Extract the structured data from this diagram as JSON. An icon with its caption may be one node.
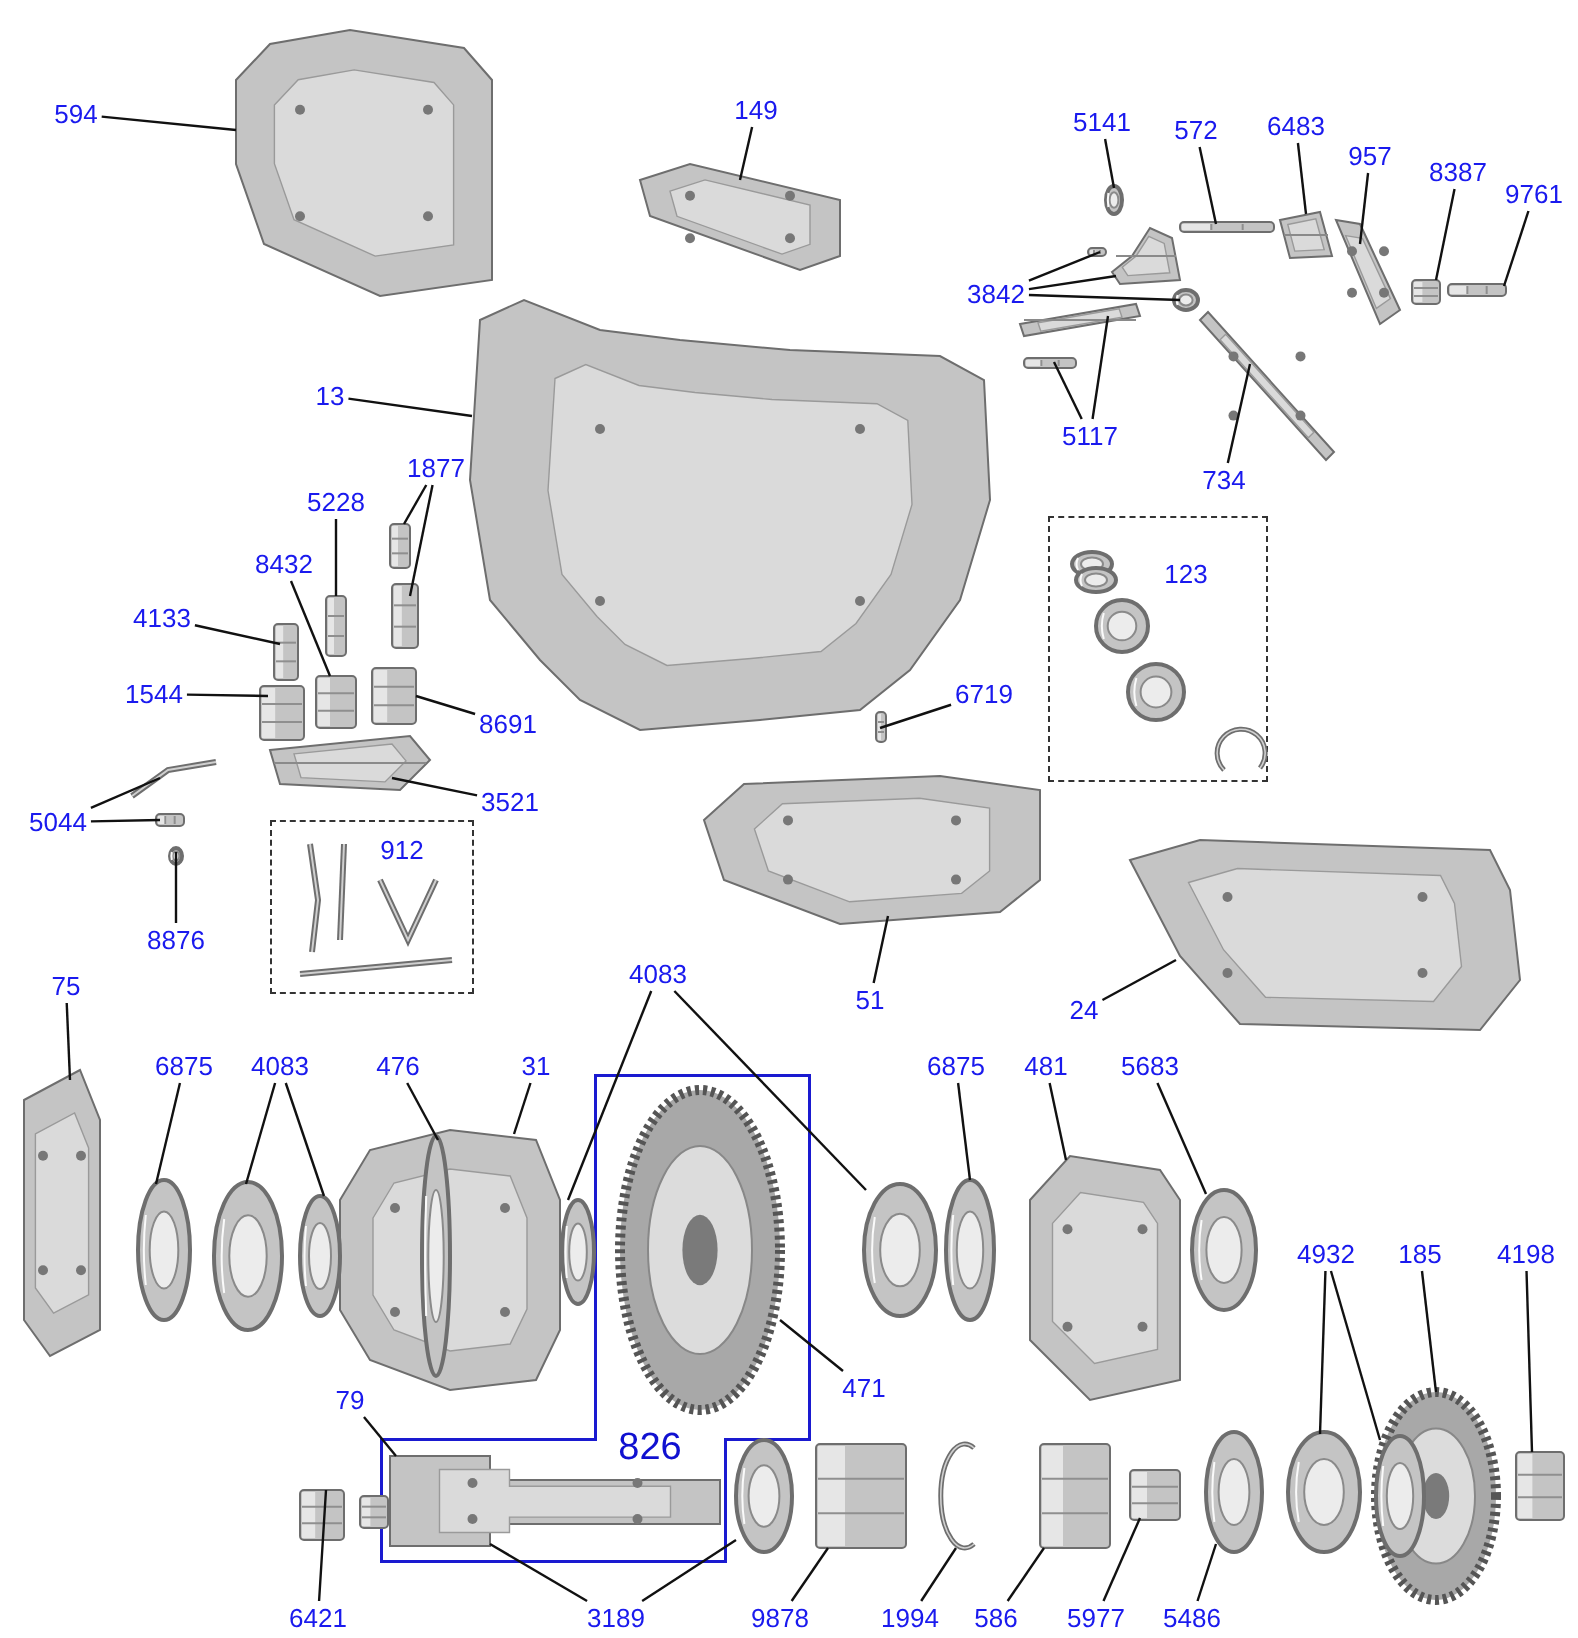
{
  "diagram": {
    "nodes": [
      {
        "text": [
          "594"
        ]
      },
      {
        "text": [
          "149"
        ]
      },
      {
        "text": [
          "5141"
        ]
      },
      {
        "text": [
          "572"
        ]
      },
      {
        "text": [
          "6483"
        ]
      },
      {
        "text": [
          "957"
        ]
      },
      {
        "text": [
          "8387"
        ]
      },
      {
        "text": [
          "9761"
        ]
      },
      {
        "text": [
          "3842"
        ]
      },
      {
        "text": [
          "13"
        ]
      },
      {
        "text": [
          "5117"
        ]
      },
      {
        "text": [
          "1877"
        ]
      },
      {
        "text": [
          "5228"
        ]
      },
      {
        "text": [
          "734"
        ]
      },
      {
        "text": [
          "8432"
        ]
      },
      {
        "text": [
          "123"
        ]
      },
      {
        "text": [
          "4133"
        ]
      },
      {
        "text": [
          "1544"
        ]
      },
      {
        "text": [
          "6719"
        ]
      },
      {
        "text": [
          "8691"
        ]
      },
      {
        "text": [
          "3521"
        ]
      },
      {
        "text": [
          "5044"
        ]
      },
      {
        "text": [
          "912"
        ]
      },
      {
        "text": [
          "8876"
        ]
      },
      {
        "text": [
          "4083"
        ]
      },
      {
        "text": [
          "75"
        ]
      },
      {
        "text": [
          "51"
        ]
      },
      {
        "text": [
          "24"
        ]
      },
      {
        "text": [
          "6875"
        ]
      },
      {
        "text": [
          "4083"
        ]
      },
      {
        "text": [
          "476"
        ]
      },
      {
        "text": [
          "31"
        ]
      },
      {
        "text": [
          "6875"
        ]
      },
      {
        "text": [
          "481"
        ]
      },
      {
        "text": [
          "5683"
        ]
      },
      {
        "text": [
          "4932"
        ]
      },
      {
        "text": [
          "185"
        ]
      },
      {
        "text": [
          "4198"
        ]
      },
      {
        "text": [
          "471"
        ]
      },
      {
        "text": [
          "79"
        ]
      },
      {
        "text": [
          "826"
        ]
      },
      {
        "text": [
          "6421"
        ]
      },
      {
        "text": [
          "3189"
        ]
      },
      {
        "text": [
          "9878"
        ]
      },
      {
        "text": [
          "1994"
        ]
      },
      {
        "text": [
          "586"
        ]
      },
      {
        "text": [
          "5977"
        ]
      },
      {
        "text": [
          "5486"
        ]
      },
      {
        "text": [],
        "shape": "picture"
      },
      {
        "text": [],
        "shape": "picture"
      },
      {
        "text": [],
        "shape": "picture"
      },
      {
        "text": [],
        "shape": "picture"
      },
      {
        "text": [],
        "shape": "picture"
      },
      {
        "text": [],
        "shape": "picture"
      },
      {
        "text": [],
        "shape": "picture"
      },
      {
        "text": [],
        "shape": "picture"
      },
      {
        "text": [],
        "shape": "picture"
      },
      {
        "text": [],
        "shape": "picture"
      },
      {
        "text": [],
        "shape": "picture"
      },
      {
        "text": [],
        "shape": "picture"
      },
      {
        "text": [],
        "shape": "picture"
      },
      {
        "text": [],
        "shape": "picture"
      },
      {
        "text": [],
        "shape": "picture"
      },
      {
        "text": [],
        "shape": "picture"
      },
      {
        "text": [],
        "shape": "picture"
      },
      {
        "text": [],
        "shape": "picture"
      },
      {
        "text": [],
        "shape": "picture"
      },
      {
        "text": [],
        "shape": "picture"
      },
      {
        "text": [],
        "shape": "picture"
      },
      {
        "text": [],
        "shape": "picture"
      },
      {
        "text": [],
        "shape": "picture"
      },
      {
        "text": [],
        "shape": "picture"
      },
      {
        "text": [],
        "shape": "picture"
      },
      {
        "text": [],
        "shape": "picture"
      },
      {
        "text": [],
        "shape": "picture"
      },
      {
        "text": [],
        "shape": "picture"
      },
      {
        "text": [],
        "shape": "picture"
      },
      {
        "text": [],
        "shape": "picture"
      },
      {
        "text": [],
        "shape": "picture"
      },
      {
        "text": [],
        "shape": "picture"
      },
      {
        "text": [],
        "shape": "picture"
      },
      {
        "text": [],
        "shape": "picture"
      },
      {
        "text": [],
        "shape": "picture"
      },
      {
        "text": [],
        "shape": "picture",
        "in": 84
      },
      {
        "text": [],
        "shape": "picture"
      },
      {
        "text": [],
        "shape": "picture"
      },
      {
        "text": [],
        "shape": "picture"
      },
      {
        "text": [],
        "shape": "picture"
      },
      {
        "text": [],
        "shape": "picture"
      },
      {
        "text": [],
        "shape": "picture",
        "in": 90
      },
      {
        "text": [],
        "shape": "picture"
      },
      {
        "text": [],
        "shape": "picture"
      },
      {
        "text": [],
        "shape": "picture",
        "in": 40
      },
      {
        "text": [],
        "shape": "picture",
        "in": 40
      },
      {
        "text": [],
        "shape": "picture"
      },
      {
        "text": [],
        "shape": "picture"
      },
      {
        "text": [],
        "shape": "picture"
      },
      {
        "text": [],
        "shape": "picture"
      },
      {
        "text": [],
        "shape": "picture"
      },
      {
        "text": [],
        "shape": "picture"
      },
      {
        "text": [],
        "shape": "picture"
      }
    ],
    "edges": [
      {
        "from": 0,
        "to": 48,
        "arrow": "none"
      },
      {
        "from": 1,
        "to": 49,
        "arrow": "none"
      },
      {
        "from": 2,
        "to": 50,
        "arrow": "none"
      },
      {
        "from": 3,
        "to": 51,
        "arrow": "none"
      },
      {
        "from": 4,
        "to": 52,
        "arrow": "none"
      },
      {
        "from": 5,
        "to": 53,
        "arrow": "none"
      },
      {
        "from": 6,
        "to": 54,
        "arrow": "none"
      },
      {
        "from": 7,
        "to": 55,
        "arrow": "none"
      },
      {
        "from": 8,
        "to": 56,
        "arrow": "none"
      },
      {
        "from": 8,
        "to": 57,
        "arrow": "none"
      },
      {
        "from": 8,
        "to": 58,
        "arrow": "none"
      },
      {
        "from": 9,
        "to": 59,
        "arrow": "none"
      },
      {
        "from": 10,
        "to": 60,
        "arrow": "none"
      },
      {
        "from": 10,
        "to": 61,
        "arrow": "none"
      },
      {
        "from": 11,
        "to": 62,
        "arrow": "none"
      },
      {
        "from": 11,
        "to": 63,
        "arrow": "none"
      },
      {
        "from": 12,
        "to": 64,
        "arrow": "none"
      },
      {
        "from": 13,
        "to": 65,
        "arrow": "none"
      },
      {
        "from": 14,
        "to": 66,
        "arrow": "none"
      },
      {
        "from": 16,
        "to": 67,
        "arrow": "none"
      },
      {
        "from": 17,
        "to": 68,
        "arrow": "none"
      },
      {
        "from": 18,
        "to": 69,
        "arrow": "none"
      },
      {
        "from": 19,
        "to": 70,
        "arrow": "none"
      },
      {
        "from": 20,
        "to": 71,
        "arrow": "none"
      },
      {
        "from": 21,
        "to": 72,
        "arrow": "none"
      },
      {
        "from": 21,
        "to": 73,
        "arrow": "none"
      },
      {
        "from": 23,
        "to": 74,
        "arrow": "none"
      },
      {
        "from": 24,
        "to": 75,
        "arrow": "none"
      },
      {
        "from": 24,
        "to": 76,
        "arrow": "none"
      },
      {
        "from": 25,
        "to": 77,
        "arrow": "none"
      },
      {
        "from": 26,
        "to": 78,
        "arrow": "none"
      },
      {
        "from": 27,
        "to": 79,
        "arrow": "none"
      },
      {
        "from": 28,
        "to": 80,
        "arrow": "none"
      },
      {
        "from": 29,
        "to": 81,
        "arrow": "none"
      },
      {
        "from": 29,
        "to": 82,
        "arrow": "none"
      },
      {
        "from": 30,
        "to": 83,
        "arrow": "none"
      },
      {
        "from": 31,
        "to": 84,
        "arrow": "none"
      },
      {
        "from": 32,
        "to": 85,
        "arrow": "none"
      },
      {
        "from": 33,
        "to": 86,
        "arrow": "none"
      },
      {
        "from": 34,
        "to": 87,
        "arrow": "none"
      },
      {
        "from": 35,
        "to": 88,
        "arrow": "none"
      },
      {
        "from": 35,
        "to": 89,
        "arrow": "none"
      },
      {
        "from": 36,
        "to": 90,
        "arrow": "none"
      },
      {
        "from": 37,
        "to": 91,
        "arrow": "none"
      },
      {
        "from": 38,
        "to": 92,
        "arrow": "none"
      },
      {
        "from": 39,
        "to": 93,
        "arrow": "none"
      },
      {
        "from": 41,
        "to": 94,
        "arrow": "none"
      },
      {
        "from": 42,
        "to": 93,
        "arrow": "none"
      },
      {
        "from": 42,
        "to": 95,
        "arrow": "none"
      },
      {
        "from": 43,
        "to": 96,
        "arrow": "none"
      },
      {
        "from": 44,
        "to": 97,
        "arrow": "none"
      },
      {
        "from": 45,
        "to": 98,
        "arrow": "none"
      },
      {
        "from": 46,
        "to": 99,
        "arrow": "none"
      },
      {
        "from": 47,
        "to": 100,
        "arrow": "none"
      }
    ]
  }
}
